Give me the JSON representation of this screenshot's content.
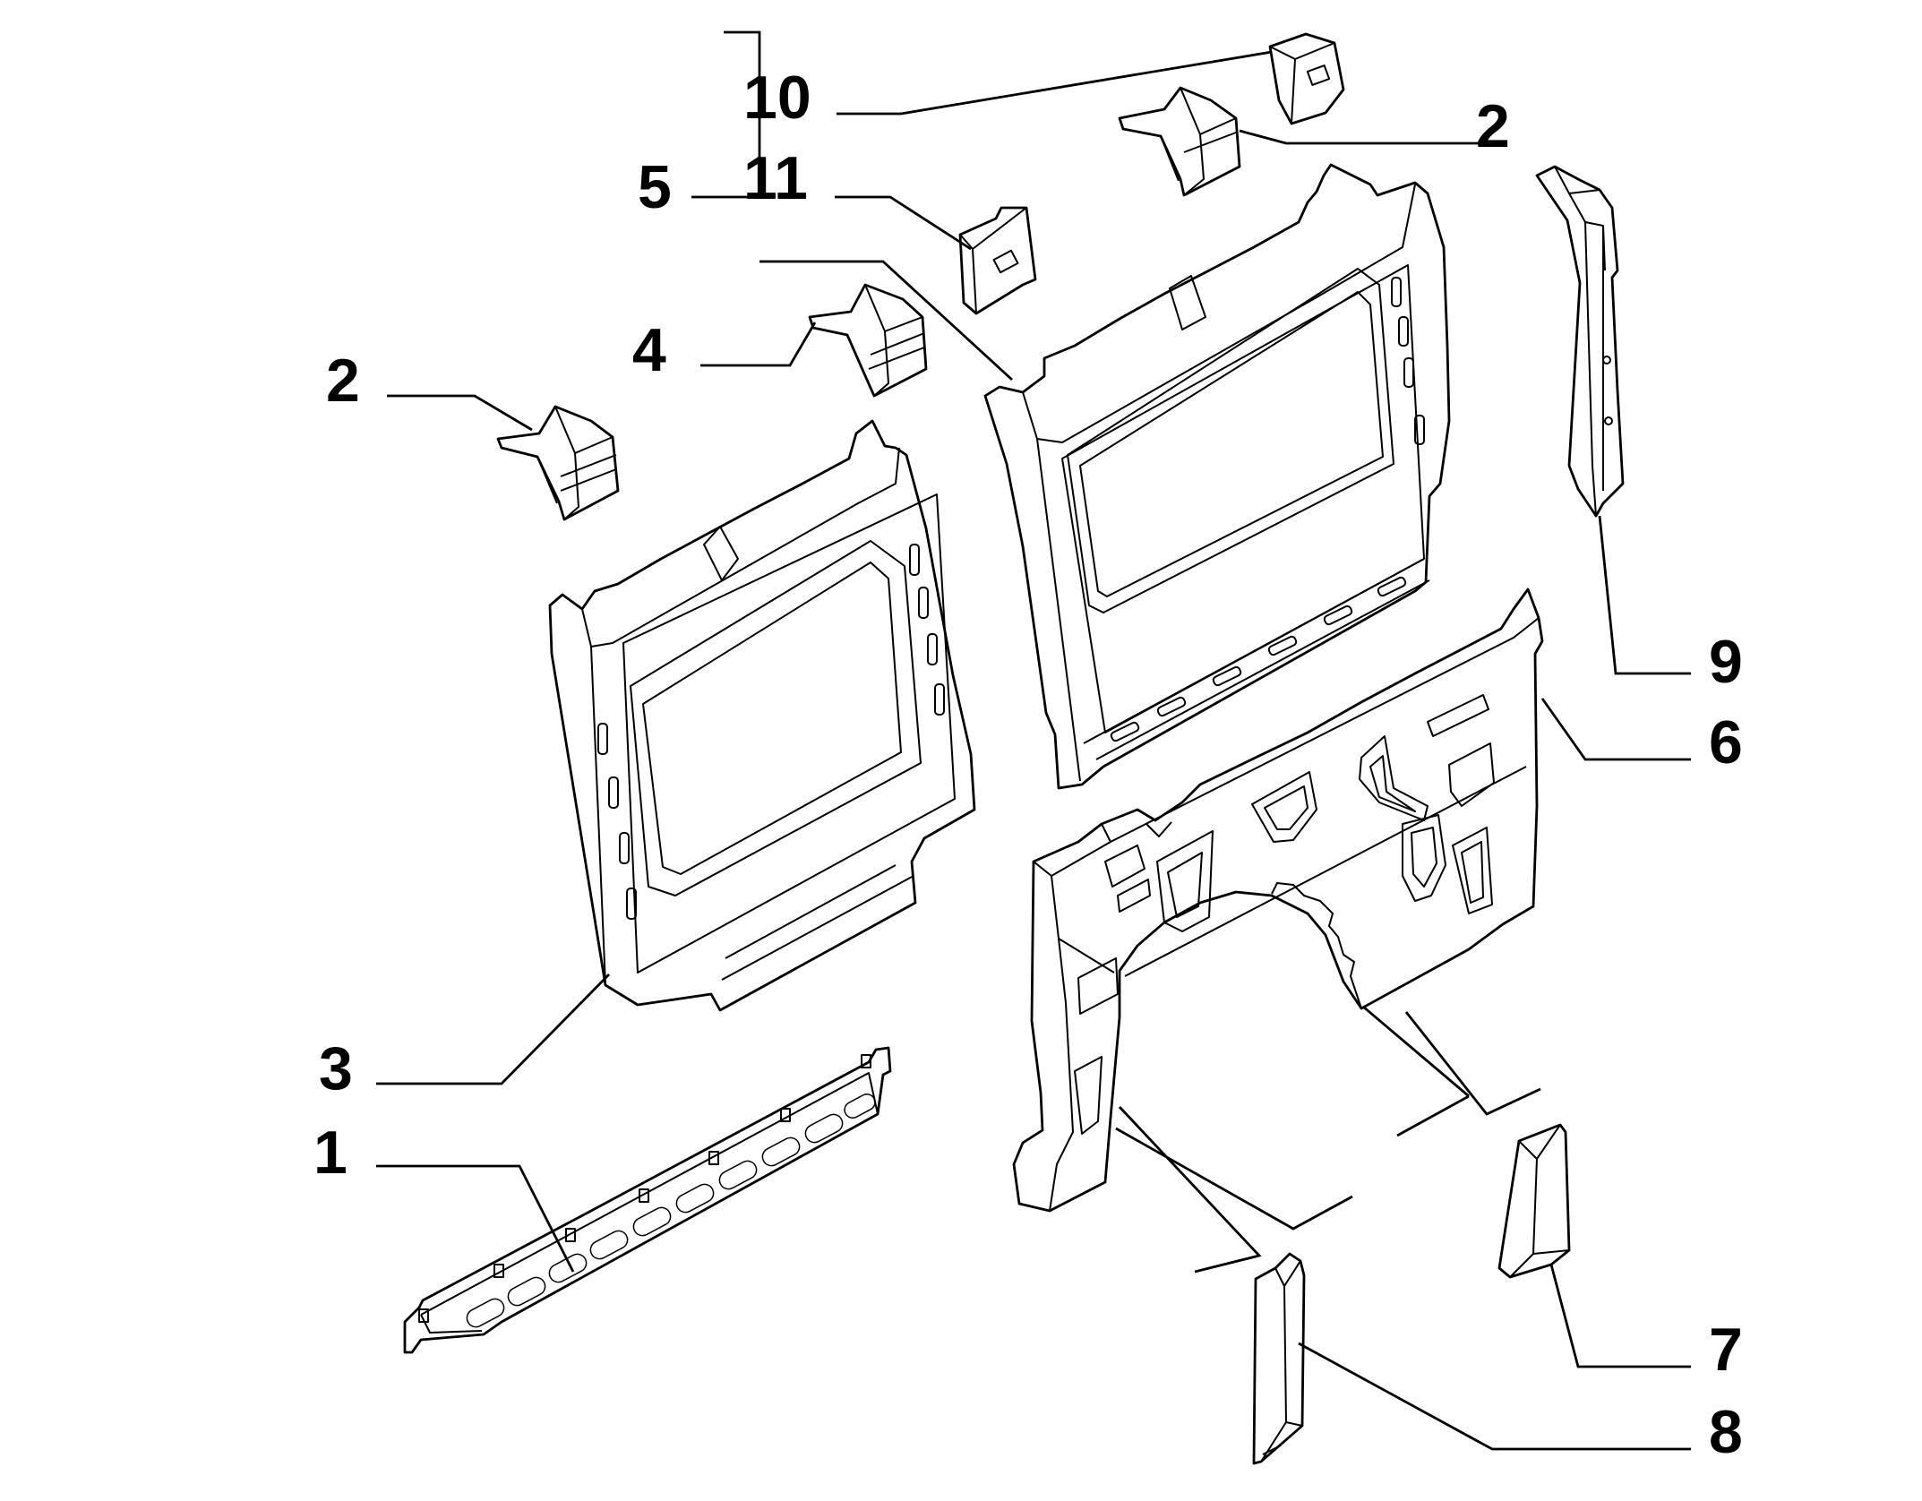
{
  "colors": {
    "line": "#000000",
    "background": "#ffffff"
  },
  "callouts": [
    {
      "label": "10",
      "part": "bracket-10"
    },
    {
      "label": "5",
      "part": "group-5"
    },
    {
      "label": "11",
      "part": "bracket-11"
    },
    {
      "label": "2",
      "part": "bracket-2-right"
    },
    {
      "label": "4",
      "part": "bracket-4"
    },
    {
      "label": "2",
      "part": "bracket-2-left"
    },
    {
      "label": "9",
      "part": "pillar-9"
    },
    {
      "label": "6",
      "part": "side-panel-6"
    },
    {
      "label": "3",
      "part": "window-panel-3"
    },
    {
      "label": "1",
      "part": "sill-1"
    },
    {
      "label": "7",
      "part": "trim-7"
    },
    {
      "label": "8",
      "part": "trim-8"
    }
  ]
}
